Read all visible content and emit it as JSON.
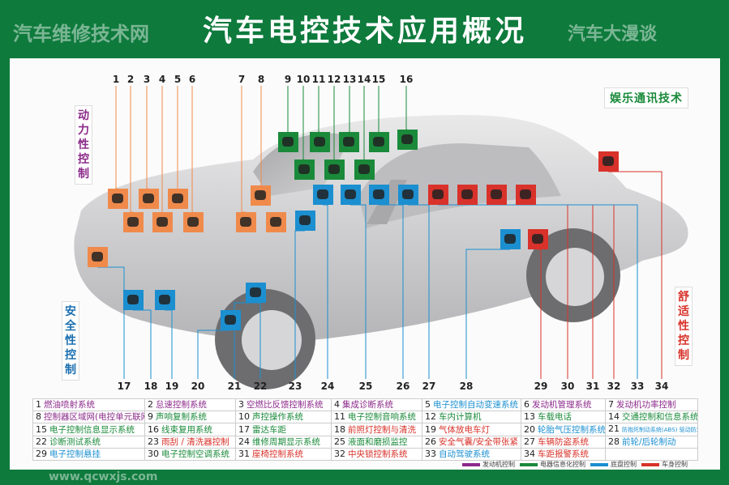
{
  "title": "汽车电控技术应用概况",
  "side_labels": {
    "power": "动力性控制",
    "safety": "安全性控制",
    "comfort": "舒适性控制",
    "entertainment": "娱乐通讯技术"
  },
  "colors": {
    "frame": "#0e7a3c",
    "engine": "#8b2a8a",
    "electrical": "#1a8a3a",
    "chassis": "#1b8fd0",
    "body": "#d8322a",
    "icon_orange": "#f08a4b"
  },
  "top_numbers": [
    "1",
    "2",
    "3",
    "4",
    "5",
    "6",
    "7",
    "8",
    "9",
    "10",
    "11",
    "12",
    "13",
    "14",
    "15",
    "16"
  ],
  "bottom_numbers": [
    "17",
    "18",
    "19",
    "20",
    "21",
    "22",
    "23",
    "24",
    "25",
    "26",
    "27",
    "28",
    "29",
    "30",
    "31",
    "32",
    "33",
    "34"
  ],
  "icons": [
    {
      "id": "fuel-injection",
      "cat": "orange"
    },
    {
      "id": "idle-control",
      "cat": "orange"
    },
    {
      "id": "air-fuel-feedback",
      "cat": "orange"
    },
    {
      "id": "integrated-diagnosis",
      "cat": "orange"
    },
    {
      "id": "engine-management",
      "cat": "orange"
    },
    {
      "id": "engine-power",
      "cat": "orange"
    },
    {
      "id": "diagnostic-test",
      "cat": "orange"
    },
    {
      "id": "controller-network",
      "cat": "orange"
    },
    {
      "id": "maintenance-display",
      "cat": "orange"
    },
    {
      "id": "fuel-cutoff",
      "cat": "orange"
    },
    {
      "id": "audio-playback",
      "cat": "green"
    },
    {
      "id": "electronic-audio",
      "cat": "green"
    },
    {
      "id": "car-phone",
      "cat": "green"
    },
    {
      "id": "info-display",
      "cat": "green"
    },
    {
      "id": "wiring-multiplex",
      "cat": "green"
    },
    {
      "id": "voice-control",
      "cat": "green"
    },
    {
      "id": "in-car-computer",
      "cat": "green"
    },
    {
      "id": "traffic-info",
      "cat": "green"
    },
    {
      "id": "auto-transmission",
      "cat": "blue"
    },
    {
      "id": "headlight",
      "cat": "blue"
    },
    {
      "id": "liquid-wear",
      "cat": "blue"
    },
    {
      "id": "electronic-suspension",
      "cat": "blue"
    },
    {
      "id": "wiper",
      "cat": "blue"
    },
    {
      "id": "radar",
      "cat": "blue"
    },
    {
      "id": "gas-lamp",
      "cat": "blue"
    },
    {
      "id": "tire-pressure",
      "cat": "blue"
    },
    {
      "id": "abs-asr",
      "cat": "blue"
    },
    {
      "id": "auto-drive",
      "cat": "blue"
    },
    {
      "id": "central-lock",
      "cat": "red"
    },
    {
      "id": "airbag",
      "cat": "red"
    },
    {
      "id": "seat",
      "cat": "red"
    },
    {
      "id": "anti-theft",
      "cat": "red"
    },
    {
      "id": "climate",
      "cat": "red"
    },
    {
      "id": "distance-alarm",
      "cat": "red"
    }
  ],
  "legend_rows": [
    [
      [
        "1",
        "燃油喷射系统",
        "#8b2a8a"
      ],
      [
        "2",
        "怠速控制系统",
        "#8b2a8a"
      ],
      [
        "3",
        "空燃比反馈控制系统",
        "#8b2a8a"
      ],
      [
        "4",
        "集成诊断系统",
        "#8b2a8a"
      ],
      [
        "5",
        "电子控制自动变速系统",
        "#1b8fd0"
      ],
      [
        "6",
        "发动机管理系统",
        "#8b2a8a"
      ],
      [
        "7",
        "发动机功率控制",
        "#8b2a8a"
      ]
    ],
    [
      [
        "8",
        "控制器区域网(电控单元联网)",
        "#8b2a8a"
      ],
      [
        "9",
        "声响复制系统",
        "#1a8a3a"
      ],
      [
        "10",
        "声控操作系统",
        "#1a8a3a"
      ],
      [
        "11",
        "电子控制音响系统",
        "#1a8a3a"
      ],
      [
        "12",
        "车内计算机",
        "#1a8a3a"
      ],
      [
        "13",
        "车载电话",
        "#1a8a3a"
      ],
      [
        "14",
        "交通控制和信息系统",
        "#1a8a3a"
      ]
    ],
    [
      [
        "15",
        "电子控制信息显示系统",
        "#1a8a3a"
      ],
      [
        "16",
        "线束复用系统",
        "#1a8a3a"
      ],
      [
        "17",
        "雷达车距",
        "#1a8a3a"
      ],
      [
        "18",
        "前照灯控制与清洗",
        "#d8322a"
      ],
      [
        "19",
        "气体放电车灯",
        "#d8322a"
      ],
      [
        "20",
        "轮胎气压控制系统",
        "#1b8fd0"
      ],
      [
        "21",
        "防抱死制动系统(ABS) 驱动防滑系统(ASR)",
        "#1b8fd0"
      ]
    ],
    [
      [
        "22",
        "诊断测试系统",
        "#1a8a3a"
      ],
      [
        "23",
        "雨刮 / 清洗器控制",
        "#d8322a"
      ],
      [
        "24",
        "维修周期显示系统",
        "#1a8a3a"
      ],
      [
        "25",
        "液面和磨损监控",
        "#1a8a3a"
      ],
      [
        "26",
        "安全气囊/安全带张紧",
        "#d8322a"
      ],
      [
        "27",
        "车辆防盗系统",
        "#d8322a"
      ],
      [
        "28",
        "前轮/后轮制动",
        "#1b8fd0"
      ]
    ],
    [
      [
        "29",
        "电子控制悬挂",
        "#1b8fd0"
      ],
      [
        "30",
        "电子控制空调系统",
        "#1a8a3a"
      ],
      [
        "31",
        "座椅控制系统",
        "#d8322a"
      ],
      [
        "32",
        "中央锁控制系统",
        "#d8322a"
      ],
      [
        "33",
        "自动驾驶系统",
        "#1b8fd0"
      ],
      [
        "34",
        "车距报警系统",
        "#d8322a"
      ]
    ]
  ],
  "category_key": [
    {
      "label": "发动机控制",
      "color": "#8b2a8a"
    },
    {
      "label": "电器信息化控制",
      "color": "#1a8a3a"
    },
    {
      "label": "底盘控制",
      "color": "#1b8fd0"
    },
    {
      "label": "车身控制",
      "color": "#d8322a"
    }
  ],
  "watermarks": [
    "汽车维修技术网",
    "www.qcwxjs.com",
    "汽车大漫谈"
  ]
}
